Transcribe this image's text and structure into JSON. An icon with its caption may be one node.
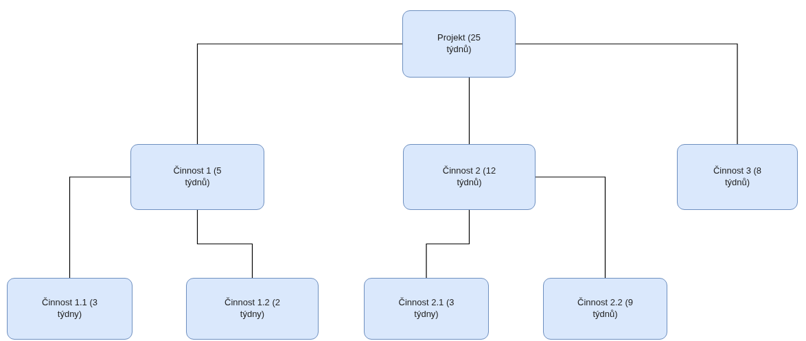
{
  "diagram": {
    "nodes": [
      {
        "text": [
          "Projekt (25 týdnů)"
        ]
      },
      {
        "text": [
          "Činnost 1 (5 týdnů)"
        ]
      },
      {
        "text": [
          "Činnost 2 (12 týdnů)"
        ]
      },
      {
        "text": [
          "Činnost 3 (8 týdnů)"
        ]
      },
      {
        "text": [
          "Činnost 1.1 (3 týdny)"
        ]
      },
      {
        "text": [
          "Činnost 1.2 (2 týdny)"
        ]
      },
      {
        "text": [
          "Činnost 2.1 (3 týdny)"
        ]
      },
      {
        "text": [
          "Činnost 2.2 (9 týdnů)"
        ]
      }
    ],
    "edges": [
      {
        "from": 0,
        "to": 1,
        "arrow": "none"
      },
      {
        "from": 0,
        "to": 2,
        "arrow": "none"
      },
      {
        "from": 0,
        "to": 3,
        "arrow": "none"
      },
      {
        "from": 1,
        "to": 4,
        "arrow": "none"
      },
      {
        "from": 1,
        "to": 5,
        "arrow": "none"
      },
      {
        "from": 2,
        "to": 6,
        "arrow": "none"
      },
      {
        "from": 2,
        "to": 7,
        "arrow": "none"
      }
    ]
  }
}
